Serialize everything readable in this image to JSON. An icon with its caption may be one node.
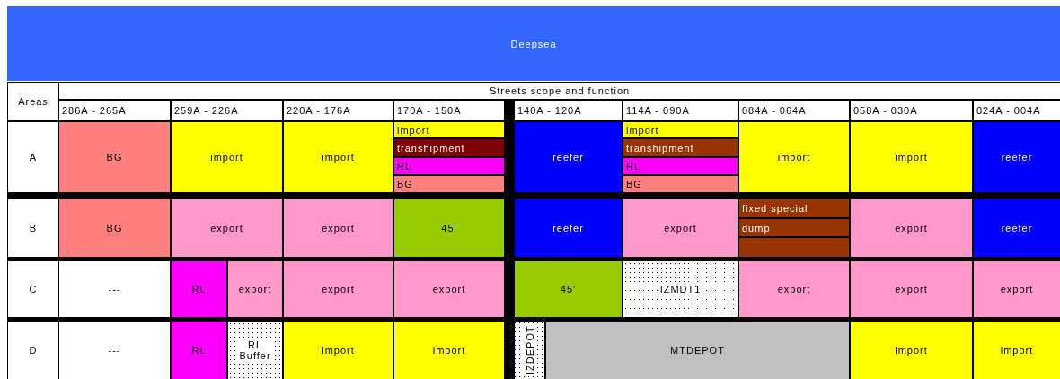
{
  "diagram": {
    "nodes": [
      {
        "text": [
          "Deepsea"
        ]
      },
      {
        "text": [
          "Areas"
        ]
      },
      {
        "text": [
          "Streets scope and function"
        ]
      },
      {
        "text": [
          "286A - 265A"
        ]
      },
      {
        "text": [
          "259A - 226A"
        ]
      },
      {
        "text": [
          "220A - 176A"
        ]
      },
      {
        "text": [
          "170A - 150A"
        ]
      },
      {
        "text": [
          "140A - 120A"
        ]
      },
      {
        "text": [
          "114A - 090A"
        ]
      },
      {
        "text": [
          "084A - 064A"
        ]
      },
      {
        "text": [
          "058A - 030A"
        ]
      },
      {
        "text": [
          "024A - 004A"
        ]
      },
      {
        "text": [
          "A"
        ]
      },
      {
        "text": [
          "BG"
        ]
      },
      {
        "text": [
          "import"
        ]
      },
      {
        "text": [
          "import"
        ]
      },
      {
        "text": [
          "import"
        ]
      },
      {
        "text": [
          "transhipment"
        ]
      },
      {
        "text": [
          "RL"
        ]
      },
      {
        "text": [
          "BG"
        ]
      },
      {
        "text": [
          "reefer"
        ]
      },
      {
        "text": [
          "import"
        ]
      },
      {
        "text": [
          "transhipment"
        ]
      },
      {
        "text": [
          "RL"
        ]
      },
      {
        "text": [
          "BG"
        ]
      },
      {
        "text": [
          "import"
        ]
      },
      {
        "text": [
          "import"
        ]
      },
      {
        "text": [
          "reefer"
        ]
      },
      {
        "text": [
          "B"
        ]
      },
      {
        "text": [
          "BG"
        ]
      },
      {
        "text": [
          "export"
        ]
      },
      {
        "text": [
          "export"
        ]
      },
      {
        "text": [
          "45'"
        ]
      },
      {
        "text": [
          "reefer"
        ]
      },
      {
        "text": [
          "export"
        ]
      },
      {
        "text": [
          "fixed special"
        ]
      },
      {
        "text": [
          "dump"
        ]
      },
      {
        "text": [],
        "shape": "box"
      },
      {
        "text": [
          "export"
        ]
      },
      {
        "text": [
          "reefer"
        ]
      },
      {
        "text": [
          "C"
        ]
      },
      {
        "text": [
          "---"
        ]
      },
      {
        "text": [
          "RL"
        ]
      },
      {
        "text": [
          "export"
        ]
      },
      {
        "text": [
          "export"
        ]
      },
      {
        "text": [
          "export"
        ]
      },
      {
        "text": [
          "45'"
        ]
      },
      {
        "text": [
          "IZMDT1"
        ]
      },
      {
        "text": [
          "export"
        ]
      },
      {
        "text": [
          "export"
        ]
      },
      {
        "text": [
          "export"
        ]
      },
      {
        "text": [
          "D"
        ]
      },
      {
        "text": [
          "---"
        ]
      },
      {
        "text": [
          "RL"
        ]
      },
      {
        "text": [
          "RL Buffer"
        ]
      },
      {
        "text": [
          "import"
        ]
      },
      {
        "text": [
          "import"
        ]
      },
      {
        "text": [
          "IZDEPOT"
        ]
      },
      {
        "text": [
          "MTDEPOT"
        ]
      },
      {
        "text": [
          "import"
        ]
      },
      {
        "text": [
          "import"
        ]
      }
    ]
  }
}
